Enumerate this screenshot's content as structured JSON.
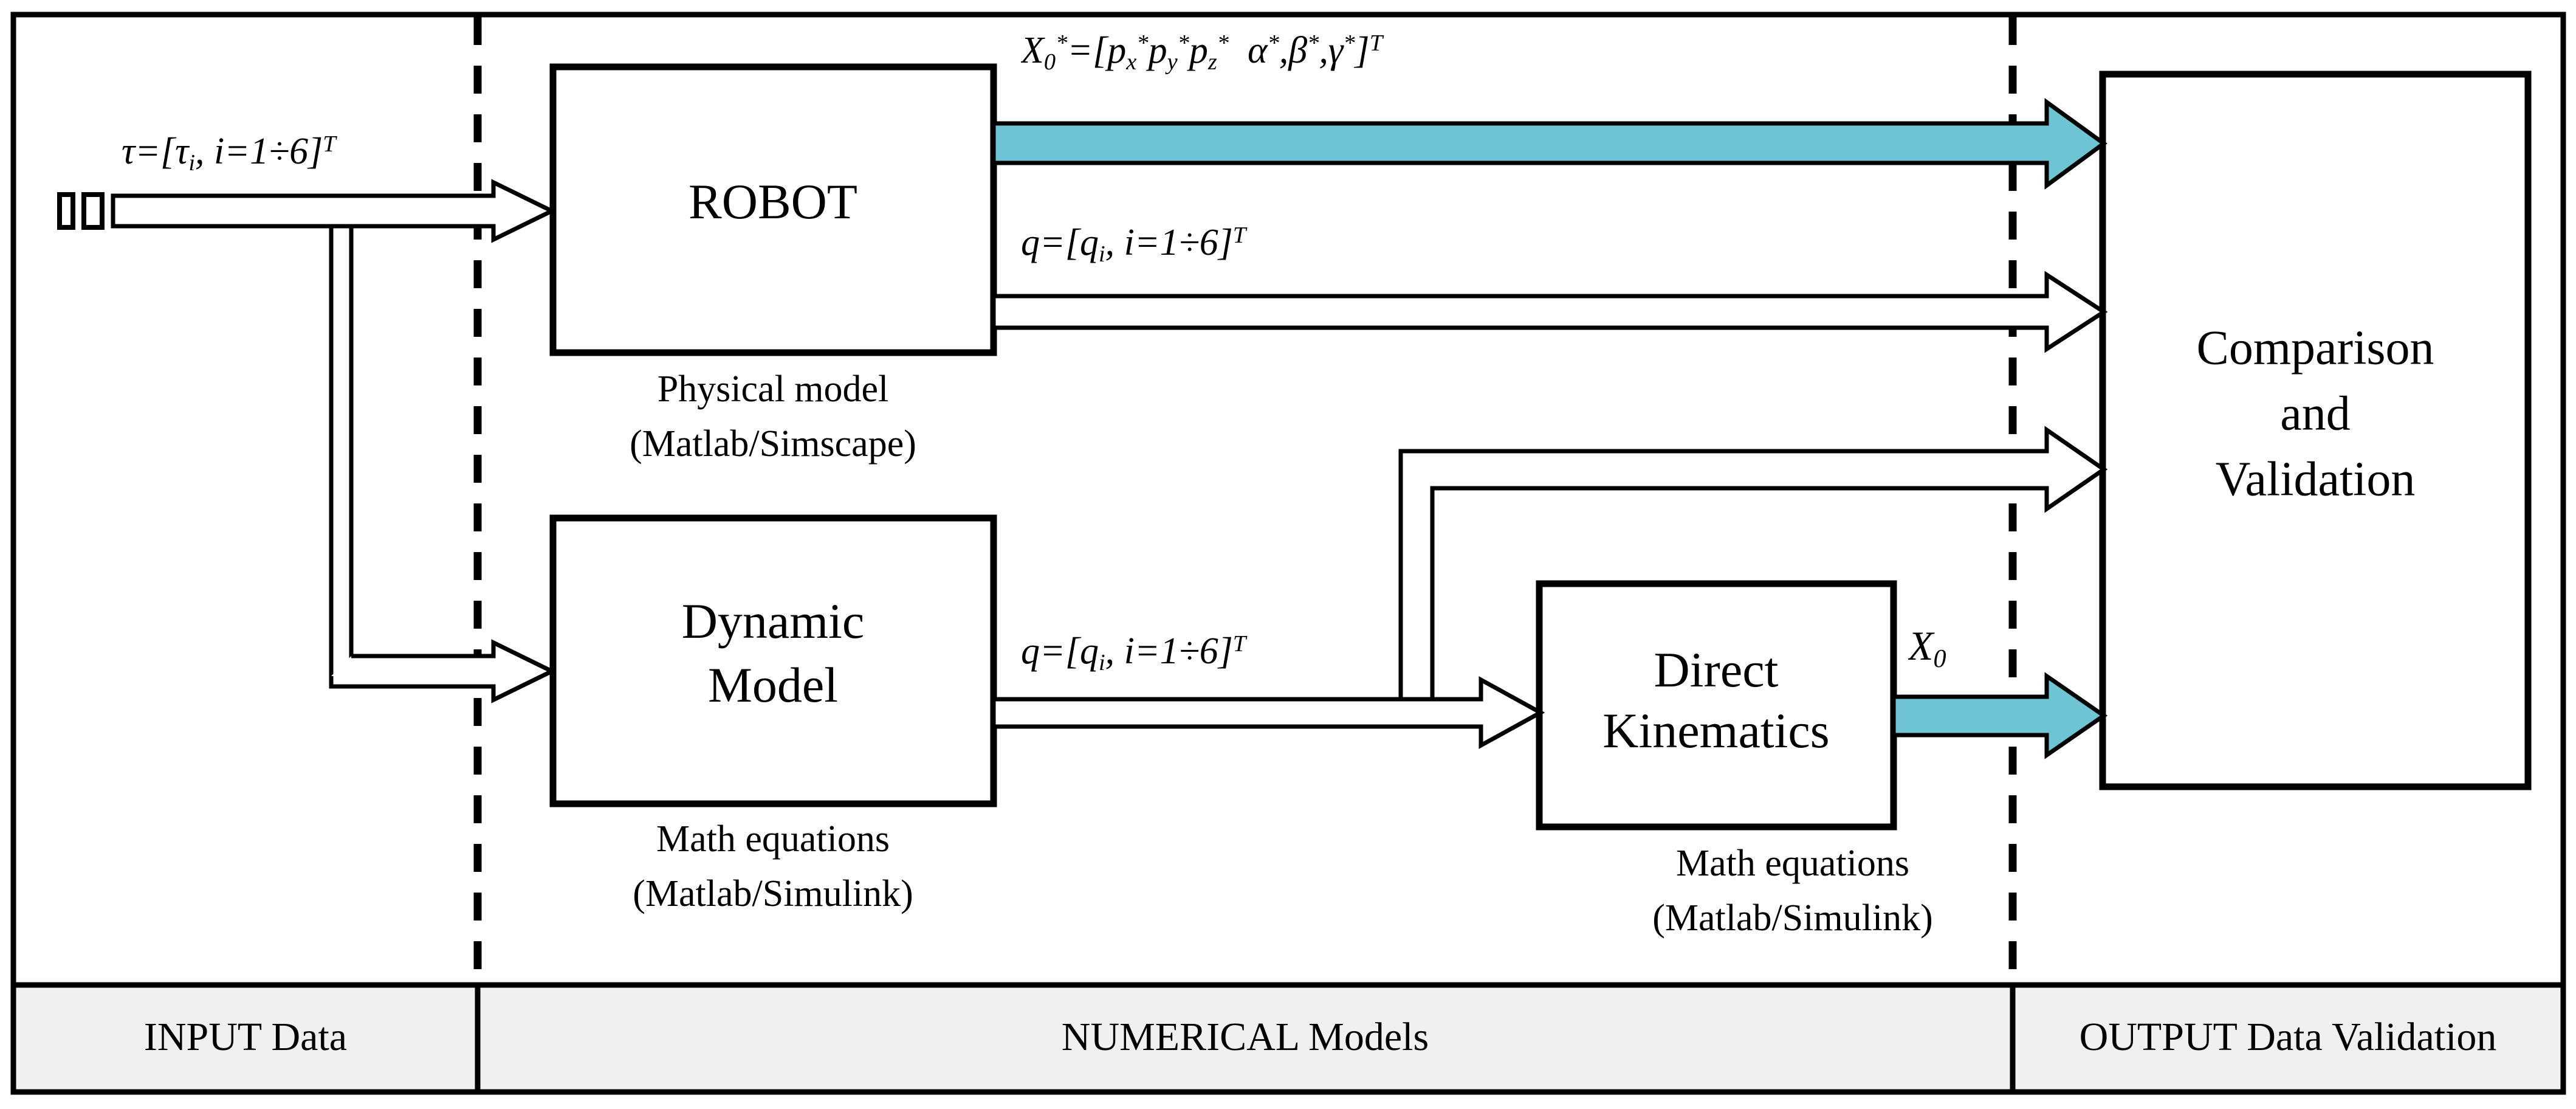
{
  "figure": {
    "title": "Robot dynamic simulation validation block diagram",
    "accent_color": "#6FC4D3",
    "line_color": "#000000",
    "legend_fill": "#F0F0F0"
  },
  "blocks": [
    {
      "id": "robot",
      "label": "ROBOT",
      "caption_line1": "Physical model",
      "caption_line2": "(Matlab/Simscape)"
    },
    {
      "id": "dynamic",
      "label_line1": "Dynamic",
      "label_line2": "Model",
      "caption_line1": "Math equations",
      "caption_line2": "(Matlab/Simulink)"
    },
    {
      "id": "kinematics",
      "label_line1": "Direct",
      "label_line2": "Kinematics",
      "caption_line1": "Math equations",
      "caption_line2": "(Matlab/Simulink)"
    },
    {
      "id": "comparison",
      "label_line1": "Comparison",
      "label_line2": "and",
      "label_line3": "Validation"
    }
  ],
  "signals": {
    "tau": "τ̄=[τi, i=1÷6]T",
    "x0_star": "X̄0*=[px*py*pz*, α*,β*,γ*]T",
    "q_robot": "q̄=[qi, i=1÷6]T",
    "q_dynamic": "q̄=[qi, i=1÷6]T",
    "x0": "X̄0"
  },
  "legend": {
    "input": "INPUT Data",
    "models": "NUMERICAL Models",
    "output": "OUTPUT Data Validation"
  },
  "arrows": [
    {
      "name": "tau-to-robot",
      "style": "hollow"
    },
    {
      "name": "tau-to-dynamic",
      "style": "hollow"
    },
    {
      "name": "x0star-to-comparison",
      "style": "filled-accent"
    },
    {
      "name": "q-robot-to-comparison",
      "style": "hollow"
    },
    {
      "name": "q-dynamic-to-kinematics",
      "style": "hollow"
    },
    {
      "name": "q-dynamic-to-comparison",
      "style": "hollow"
    },
    {
      "name": "x0-to-comparison",
      "style": "filled-accent"
    }
  ]
}
